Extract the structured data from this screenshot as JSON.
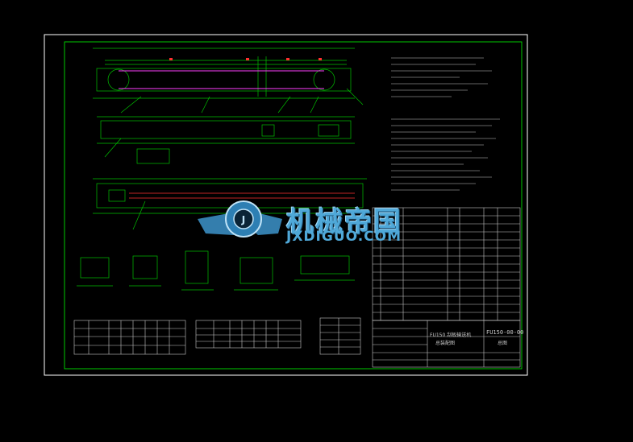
{
  "watermark": {
    "title": "机械帝国",
    "subtitle": "JXDIGUO.COM",
    "logo_icon": "gear-wings-logo-icon",
    "colors": {
      "primary": "#4fa8d8",
      "shadow": "#1a4f73"
    }
  },
  "title_block": {
    "name_line1": "FU150 刮板输送机",
    "name_line2": "总装配图",
    "drawing_no": "FU150-00-00",
    "side_label": "总图"
  },
  "colors": {
    "frame": "#ffffff",
    "border": "#00c800",
    "drawing": "#00c000",
    "highlight_magenta": "#ff40ff",
    "highlight_red": "#ff3030",
    "text": "#c8c8c8",
    "background": "#000000"
  }
}
